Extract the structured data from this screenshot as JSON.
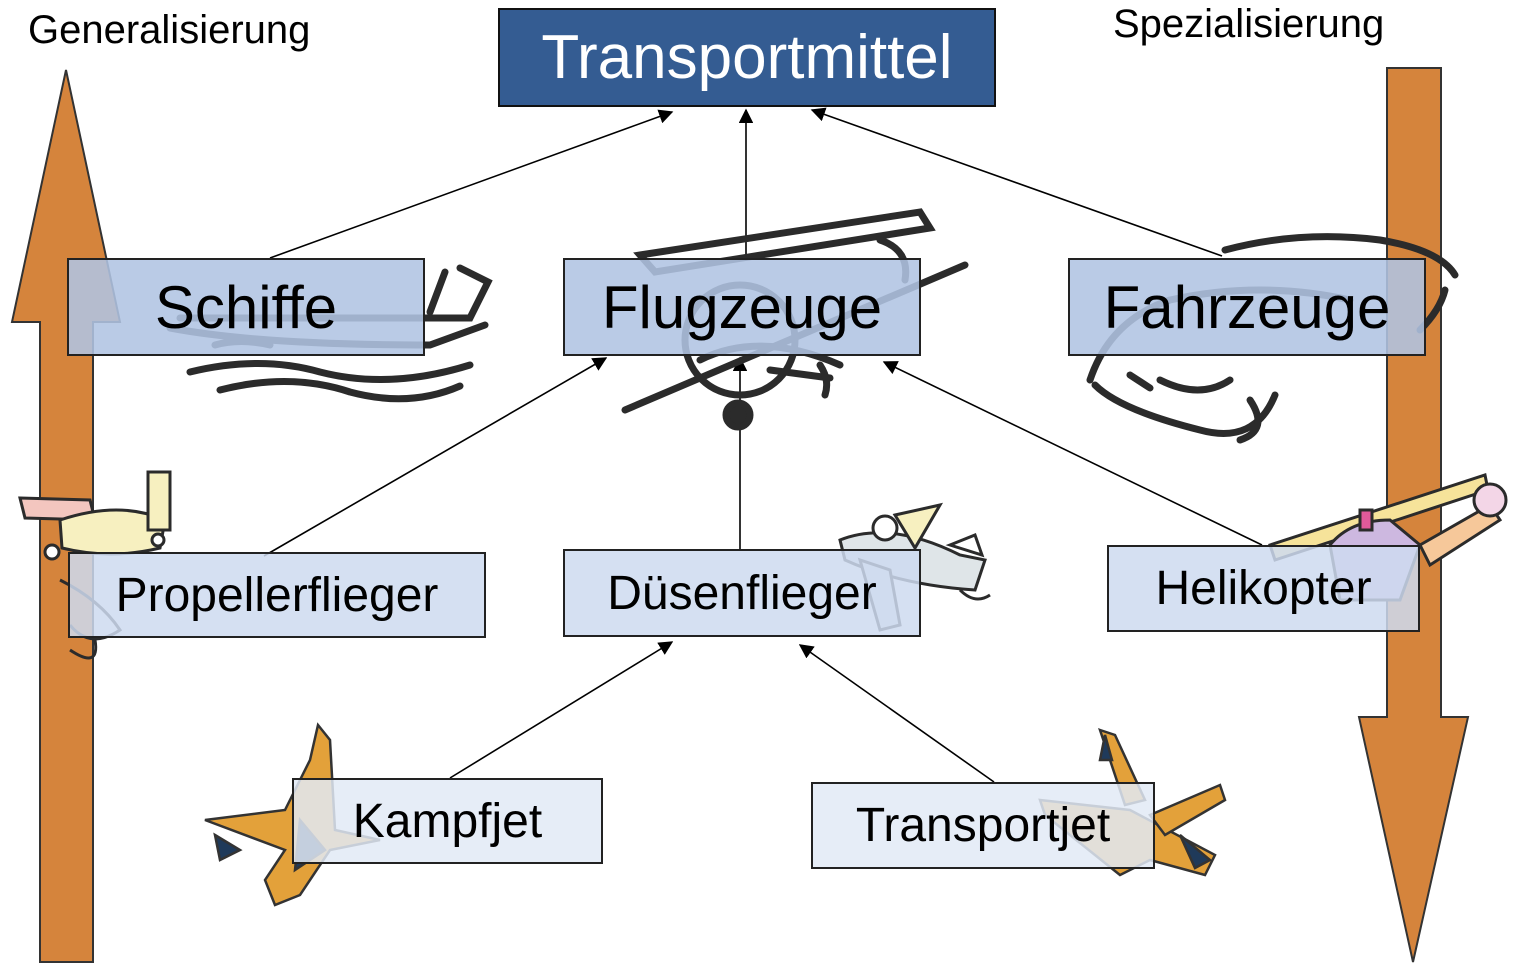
{
  "side": {
    "left_label": "Generalisierung",
    "right_label": "Spezialisierung"
  },
  "nodes": {
    "root": "Transportmittel",
    "ships": "Schiffe",
    "aircraft": "Flugzeuge",
    "vehicles": "Fahrzeuge",
    "propeller": "Propellerflieger",
    "jet": "Düsenflieger",
    "helicopter": "Helikopter",
    "fighter_jet": "Kampfjet",
    "transport_jet": "Transportjet"
  },
  "colors": {
    "arrow_fill": "#d5843c",
    "root_fill": "#345c92",
    "box_fill": "#b0c4e2",
    "box_fill_light": "#dfe7f4"
  },
  "icons": [
    "ship-icon",
    "biplane-icon",
    "car-icon",
    "propeller-plane-icon",
    "jet-plane-icon",
    "helicopter-icon",
    "fighter-jet-icon",
    "airliner-icon"
  ]
}
